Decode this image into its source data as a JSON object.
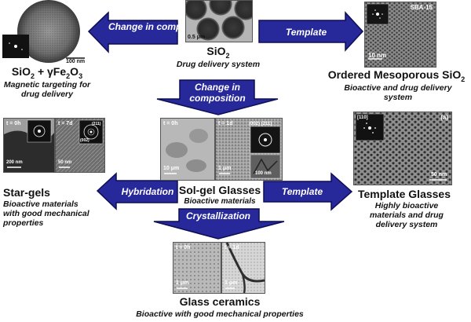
{
  "arrows": {
    "top_left": "Change in composition",
    "top_right": "Template",
    "center_down": "Change in composition",
    "mid_left": "Hybridation",
    "mid_right": "Template",
    "bottom_down": "Crystallization"
  },
  "nodes": {
    "sio2": {
      "title": "SiO",
      "title_sub": "2",
      "subtitle": "Drug delivery system",
      "scale": "0.5 μm"
    },
    "magnetic": {
      "title_a": "SiO",
      "title_b": "2",
      "title_c": " + γFe",
      "title_d": "2",
      "title_e": "O",
      "title_f": "3",
      "subtitle": "Magnetic targeting for drug delivery",
      "scale": "100 nm"
    },
    "mesoporous": {
      "title_a": "Ordered Mesoporous SiO",
      "title_b": "2",
      "subtitle": "Bioactive and drug delivery system",
      "badge": "SBA-15",
      "scale": "10 nm"
    },
    "solgel": {
      "title": "Sol-gel Glasses",
      "subtitle": "Bioactive materials",
      "t0": "t = 0h",
      "t1": "t = 1d",
      "scale1": "10 μm",
      "scale2": "1 μm",
      "scale3": "100 nm",
      "planes": "(002)  (211)"
    },
    "stargels": {
      "title": "Star-gels",
      "subtitle": "Bioactive materials with good mechanical properties",
      "t0": "t = 0h",
      "t7": "t = 7d",
      "scale1": "200 nm",
      "scale2": "50 nm",
      "planes_a": "(211)",
      "planes_b": "(002)"
    },
    "template_glasses": {
      "title": "Template Glasses",
      "subtitle": "Highly bioactive materials and drug delivery system",
      "badge": "(a)",
      "inset": "[110]",
      "scale": "50 nm"
    },
    "ceramics": {
      "title": "Glass ceramics",
      "subtitle": "Bioactive with good mechanical properties",
      "t0": "t = 0h",
      "t1": "t = 1d",
      "scale1": "1 μm",
      "scale2": "1 μm"
    }
  },
  "colors": {
    "arrow_fill": "#27289a",
    "arrow_stroke": "#0d0e55"
  }
}
